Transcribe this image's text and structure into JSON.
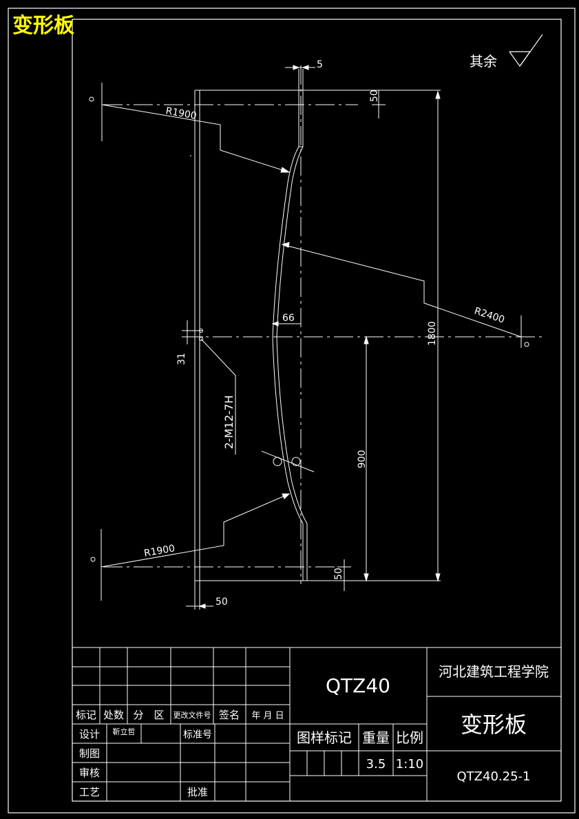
{
  "header_title": "变形板",
  "surface_note": "其余",
  "dimensions": {
    "thickness": "5",
    "top_offset": "50",
    "radius_top": "R1900",
    "radius_mid": "R2400",
    "radius_bottom": "R1900",
    "depth": "66",
    "height_total": "1800",
    "hole_offset": "31",
    "hole_spec": "2-M12-7H",
    "half_height": "900",
    "bottom_offset": "50",
    "left_offset": "50"
  },
  "title_block": {
    "model": "QTZ40",
    "school": "河北建筑工程学院",
    "part_name": "变形板",
    "drawing_number": "QTZ40.25-1",
    "weight": "3.5",
    "scale": "1:10",
    "headers": {
      "mark": "标记",
      "count": "处数",
      "zone": "分　区",
      "change_doc": "更改文件号",
      "signature": "签名",
      "date": "年 月 日",
      "design": "设计",
      "designer": "靳立哲",
      "standardization": "标准号",
      "drafting": "制图",
      "review": "审核",
      "process": "工艺",
      "approve": "批准",
      "sample_mark": "图样标记",
      "weight_label": "重量",
      "scale_label": "比例"
    }
  }
}
